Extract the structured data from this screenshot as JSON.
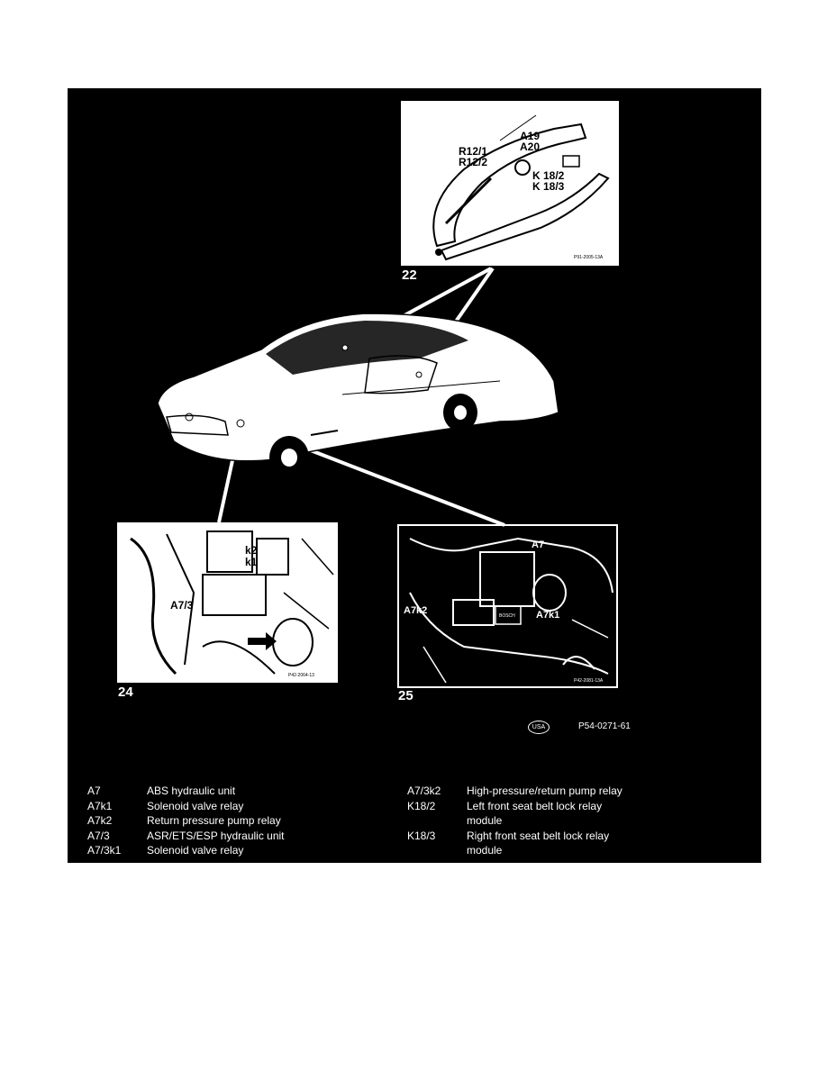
{
  "insets": {
    "seat_belt": {
      "label": "22",
      "ref": "P91-2005-13A",
      "callouts": [
        "A19",
        "A20",
        "R12/1",
        "R12/2",
        "K 18/2",
        "K 18/3"
      ]
    },
    "asr_unit": {
      "label": "24",
      "ref": "P42-2064-13",
      "callouts": [
        "k2",
        "k1",
        "A7/3"
      ]
    },
    "abs_unit": {
      "label": "25",
      "ref": "P42-2081-13A",
      "callouts": [
        "A7",
        "A7k2",
        "A7k1"
      ],
      "brand_text": "BOSCH"
    }
  },
  "footer": {
    "badge": "USA",
    "figure_id": "P54-0271-61"
  },
  "legend_left": [
    {
      "code": "A7",
      "desc": "ABS hydraulic unit"
    },
    {
      "code": "A7k1",
      "desc": "Solenoid valve relay"
    },
    {
      "code": "A7k2",
      "desc": "Return pressure pump relay"
    },
    {
      "code": "A7/3",
      "desc": "ASR/ETS/ESP hydraulic unit"
    },
    {
      "code": "A7/3k1",
      "desc": "Solenoid valve relay"
    }
  ],
  "legend_right": [
    {
      "code": "A7/3k2",
      "desc": "High-pressure/return pump relay"
    },
    {
      "code": "K18/2",
      "desc": "Left front seat belt lock relay",
      "desc2": "module"
    },
    {
      "code": "K18/3",
      "desc": "Right front seat belt lock relay",
      "desc2": "module"
    }
  ],
  "colors": {
    "background": "#ffffff",
    "panel": "#000000",
    "ink": "#ffffff"
  }
}
